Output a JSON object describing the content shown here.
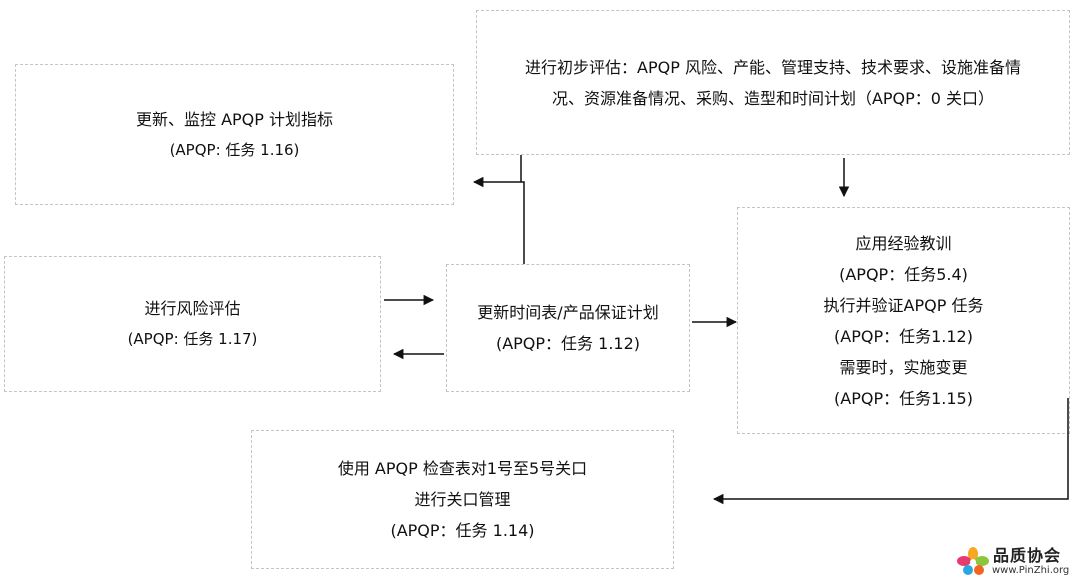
{
  "boxes": {
    "prelim": {
      "lines": [
        "进行初步评估：APQP 风险、产能、管理支持、技术要求、设施准备情",
        "况、资源准备情况、采购、造型和时间计划（APQP：0 关口）"
      ]
    },
    "update_metrics": {
      "lines": [
        "更新、监控 APQP 计划指标",
        "(APQP: 任务 1.16)"
      ]
    },
    "risk": {
      "lines": [
        "进行风险评估",
        "(APQP: 任务 1.17)"
      ]
    },
    "timeline": {
      "lines": [
        "更新时间表/产品保证计划",
        "(APQP：任务 1.12)"
      ]
    },
    "lessons": {
      "lines": [
        "应用经验教训",
        "(APQP：任务5.4)",
        "执行并验证APQP 任务",
        "(APQP：任务1.12)",
        "需要时，实施变更",
        "(APQP：任务1.15)"
      ]
    },
    "checklist": {
      "lines": [
        "使用 APQP 检查表对1号至5号关口",
        "进行关口管理",
        "(APQP：任务 1.14)"
      ]
    }
  },
  "watermark": {
    "brand": "品质协会",
    "site": "www.PinZhi.org"
  },
  "colors": {
    "border": "#c4c4c4",
    "arrow": "#111111",
    "text": "#111111"
  }
}
